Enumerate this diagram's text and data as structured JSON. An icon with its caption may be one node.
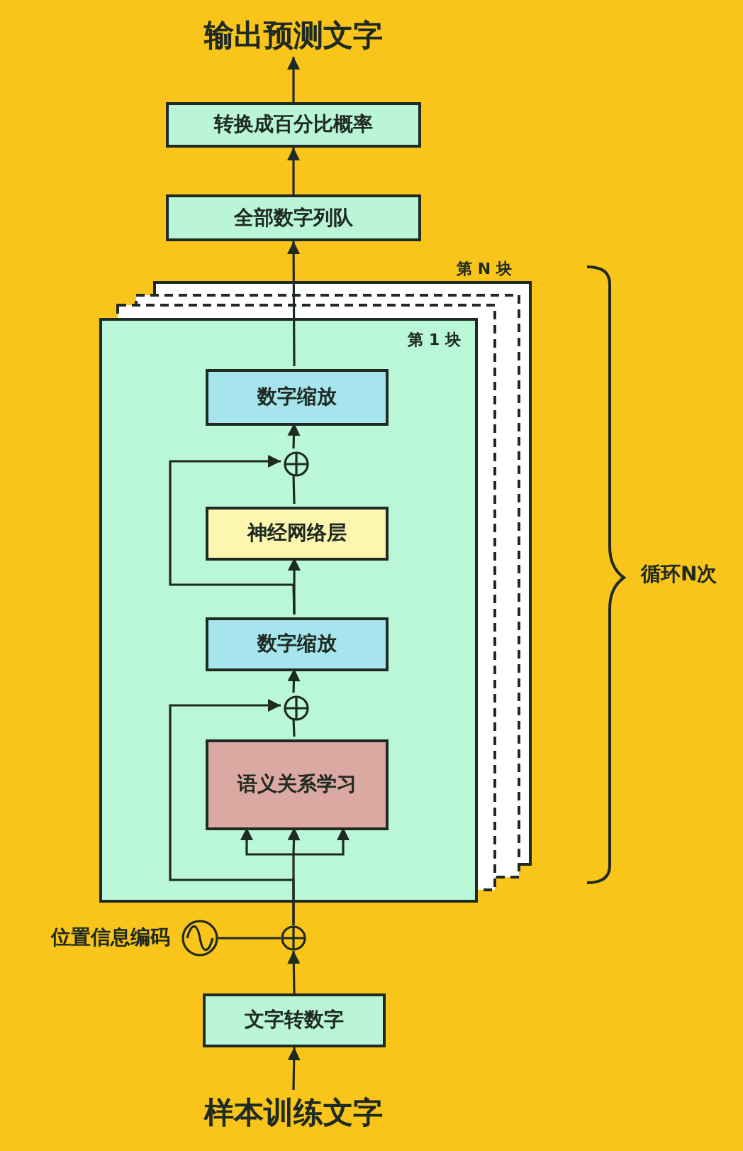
{
  "diagram": {
    "nodes": [
      {
        "text": [
          "输出预测文字"
        ]
      },
      {
        "text": [
          "转换成百分比概率"
        ]
      },
      {
        "text": [
          "全部数字列队"
        ]
      },
      {
        "text": [
          "第 1 块"
        ]
      },
      {
        "text": [
          "数字缩放"
        ],
        "in": 3
      },
      {
        "text": [],
        "shape": "circle",
        "in": 3
      },
      {
        "text": [
          "神经网络层"
        ],
        "in": 3
      },
      {
        "text": [
          "数字缩放"
        ],
        "in": 3
      },
      {
        "text": [],
        "shape": "circle",
        "in": 3
      },
      {
        "text": [
          "语义关系学习"
        ],
        "in": 3
      },
      {
        "text": [],
        "shape": "circle"
      },
      {
        "text": [],
        "shape": "circle",
        "beside": [
          "位置信息编码"
        ]
      },
      {
        "text": [
          "文字转数字"
        ]
      },
      {
        "text": [
          "样本训练文字"
        ]
      }
    ],
    "edges": [
      {
        "from": 13,
        "to": 12,
        "arrow": "to"
      },
      {
        "from": 12,
        "to": 10,
        "arrow": "to"
      },
      {
        "from": 11,
        "to": 10,
        "arrow": "none"
      },
      {
        "from": 10,
        "to": 9,
        "arrow": "to"
      },
      {
        "from": 10,
        "to": 8,
        "arrow": "to"
      },
      {
        "from": 9,
        "to": 8,
        "arrow": "none"
      },
      {
        "from": 8,
        "to": 7,
        "arrow": "to"
      },
      {
        "from": 7,
        "to": 6,
        "arrow": "to"
      },
      {
        "from": 7,
        "to": 5,
        "arrow": "to"
      },
      {
        "from": 6,
        "to": 5,
        "arrow": "none"
      },
      {
        "from": 5,
        "to": 4,
        "arrow": "to"
      },
      {
        "from": 4,
        "to": 2,
        "arrow": "to"
      },
      {
        "from": 2,
        "to": 1,
        "arrow": "to"
      },
      {
        "from": 1,
        "to": 0,
        "arrow": "to"
      }
    ],
    "labels": [
      "第 N 块",
      "循环N次"
    ]
  }
}
